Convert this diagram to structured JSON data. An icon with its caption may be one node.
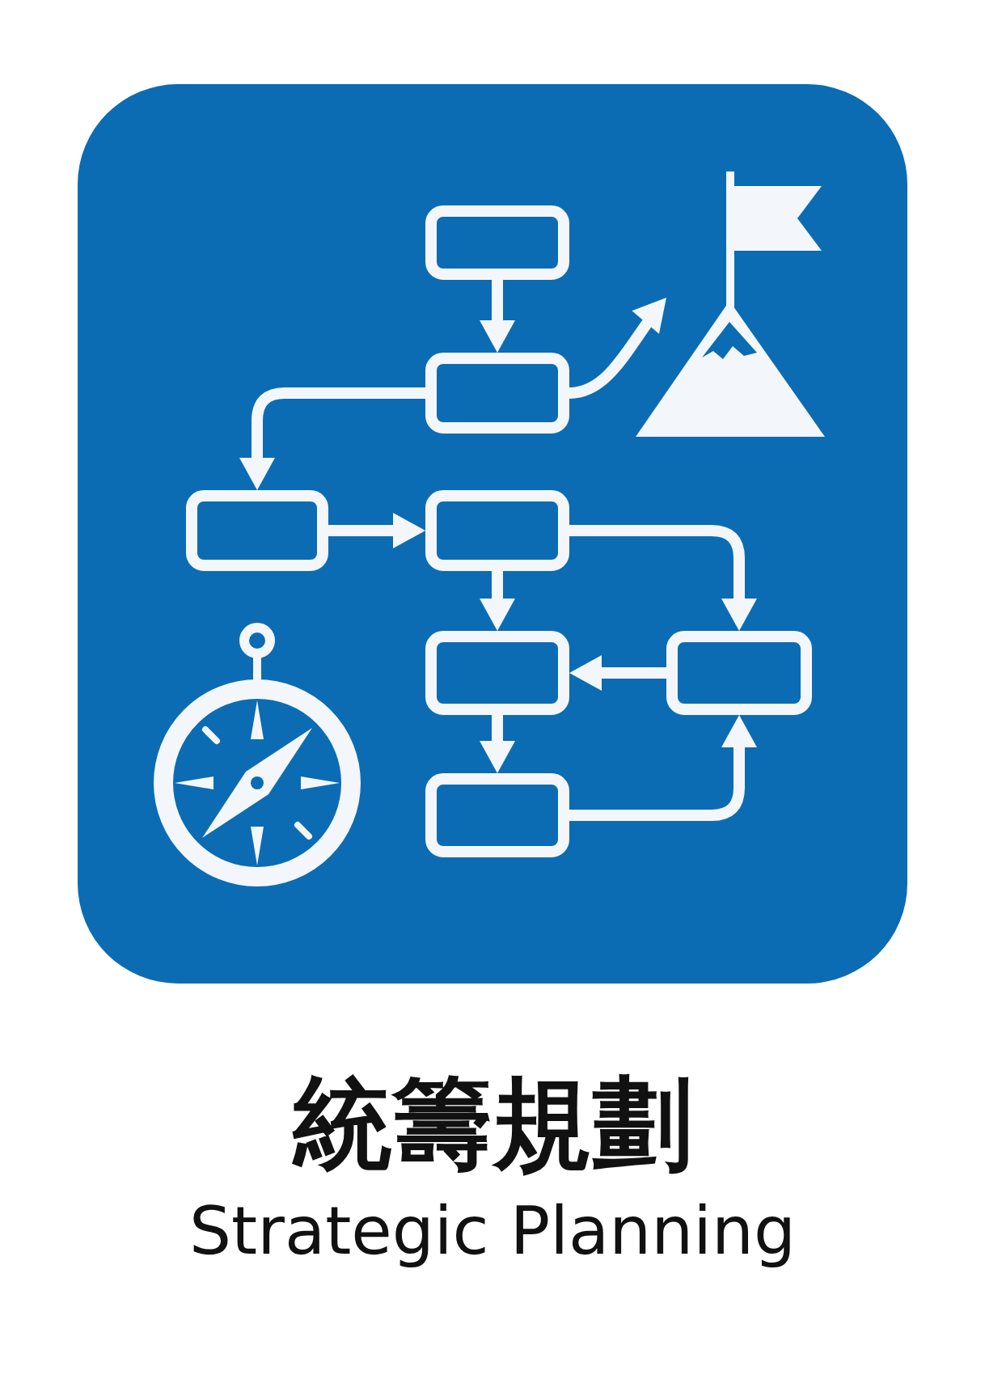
{
  "diagram": {
    "title": "統籌規劃",
    "caption": "Strategic Planning",
    "nodes": [
      {
        "text": [],
        "shape": "box"
      },
      {
        "text": [],
        "shape": "box"
      },
      {
        "text": [],
        "shape": "box"
      },
      {
        "text": [],
        "shape": "box"
      },
      {
        "text": [],
        "shape": "box"
      },
      {
        "text": [],
        "shape": "box"
      },
      {
        "text": [],
        "shape": "box"
      },
      {
        "text": [],
        "shape": "picture"
      }
    ],
    "edges": [
      {
        "from": 0,
        "to": 1,
        "arrow": "to"
      },
      {
        "from": 1,
        "to": 7,
        "arrow": "to"
      },
      {
        "from": 1,
        "to": 2,
        "arrow": "to"
      },
      {
        "from": 2,
        "to": 3,
        "arrow": "to"
      },
      {
        "from": 3,
        "to": 4,
        "arrow": "to"
      },
      {
        "from": 3,
        "to": 5,
        "arrow": "to"
      },
      {
        "from": 5,
        "to": 4,
        "arrow": "to"
      },
      {
        "from": 4,
        "to": 6,
        "arrow": "to"
      },
      {
        "from": 6,
        "to": 5,
        "arrow": "to"
      }
    ]
  }
}
